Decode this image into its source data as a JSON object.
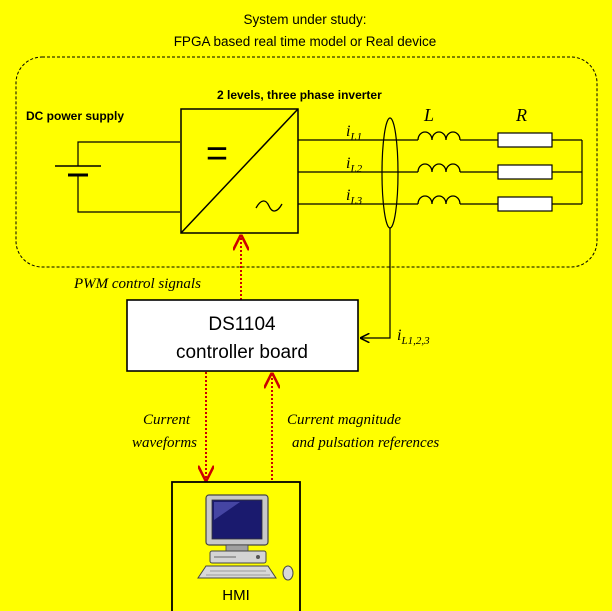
{
  "header": {
    "line1": "System under study:",
    "line2": "FPGA based real time model or Real device"
  },
  "labels": {
    "dc_supply": "DC power supply",
    "inverter": "2 levels, three phase inverter",
    "inverter_dc_symbol": "=",
    "inverter_ac_symbol": "~",
    "inductor": "L",
    "resistor": "R",
    "i_letter": "i",
    "current_1_sub": "L1",
    "current_2_sub": "L2",
    "current_3_sub": "L3",
    "feedback_sub": "L1,2,3",
    "pwm": "PWM control signals",
    "controller_line1": "DS1104",
    "controller_line2": "controller board",
    "current_waveforms_1": "Current",
    "current_waveforms_2": "waveforms",
    "references_1": "Current magnitude",
    "references_2": "and pulsation references",
    "hmi": "HMI"
  },
  "colors": {
    "background": "#ffff00",
    "stroke": "#000000",
    "signal": "#cc0000",
    "box_fill": "#ffffff"
  },
  "icons": {
    "computer": "computer-icon"
  }
}
